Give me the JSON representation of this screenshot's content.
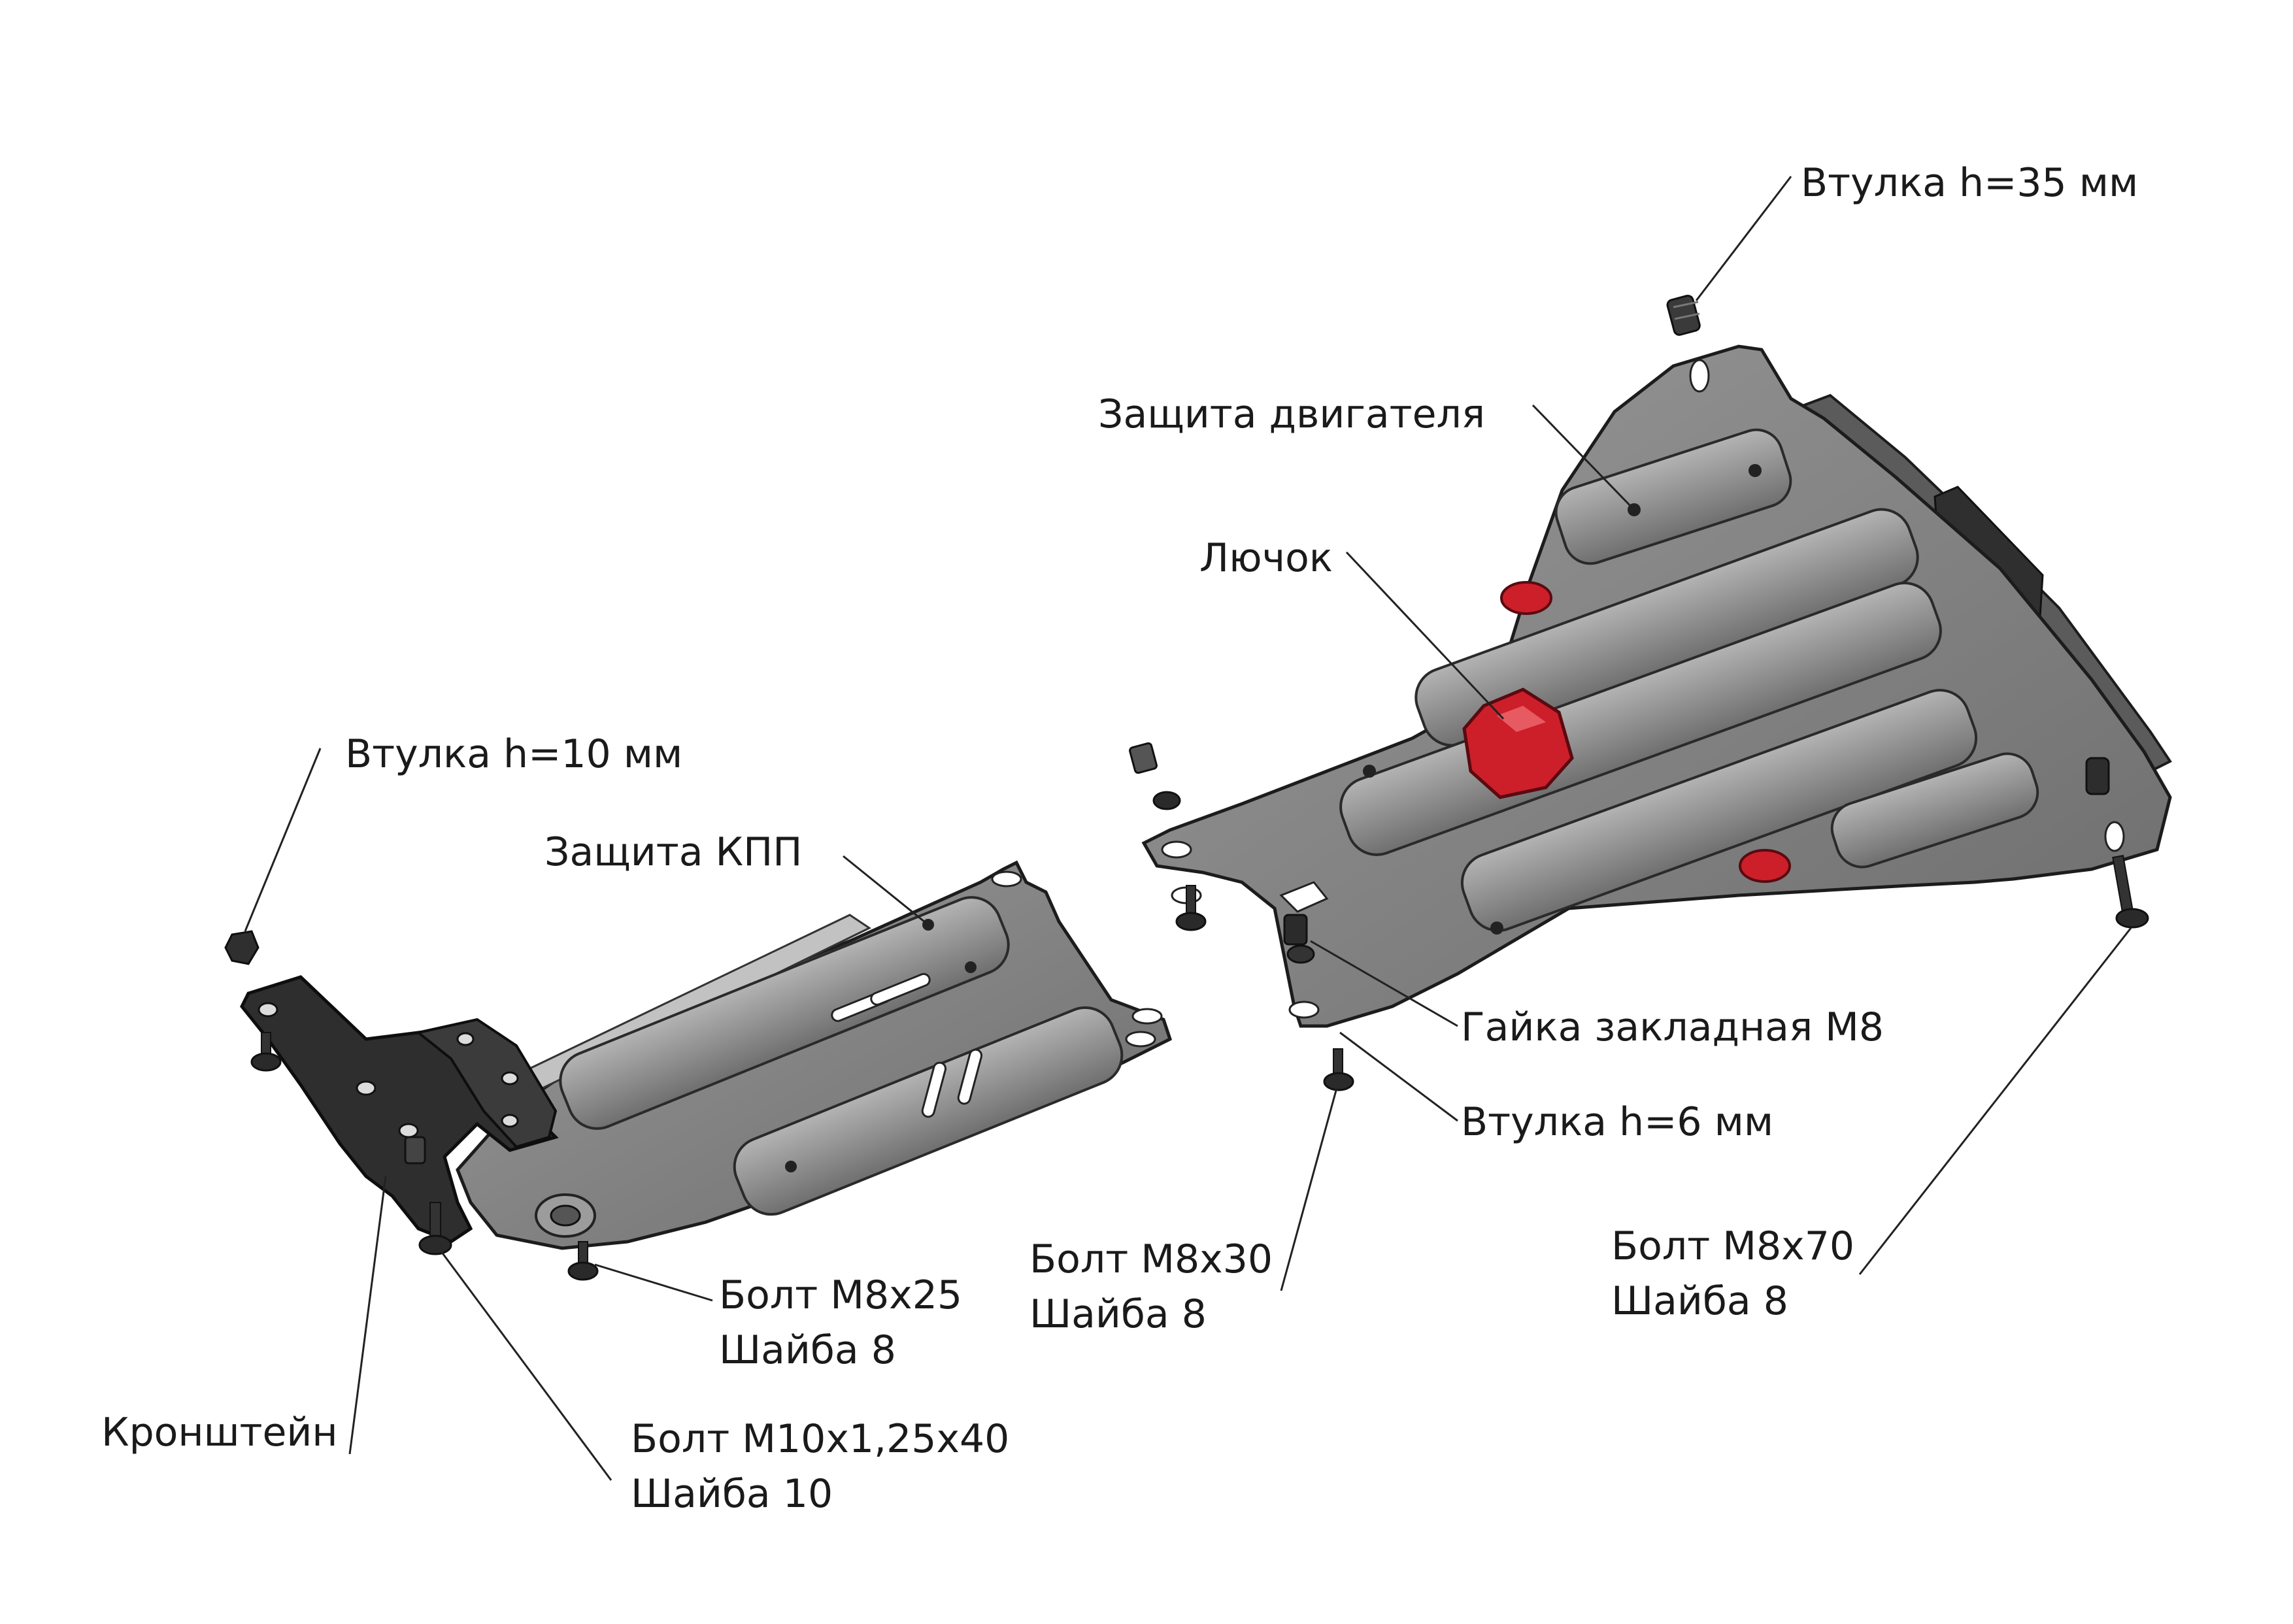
{
  "labels": {
    "bushing_35": "Втулка h=35 мм",
    "engine_guard": "Защита двигателя",
    "hatch": "Лючок",
    "bushing_10": "Втулка h=10 мм",
    "gearbox_guard": "Защита КПП",
    "embedded_nut": "Гайка закладная М8",
    "bushing_6": "Втулка h=6 мм",
    "bolt_m8x25": {
      "line1": "Болт М8x25",
      "line2": "Шайба 8"
    },
    "bolt_m8x30": {
      "line1": "Болт М8x30",
      "line2": "Шайба 8"
    },
    "bolt_m8x70": {
      "line1": "Болт М8x70",
      "line2": "Шайба 8"
    },
    "bracket": "Кронштейн",
    "bolt_m10": {
      "line1": "Болт М10x1,25x40",
      "line2": "Шайба 10"
    }
  },
  "colors": {
    "plate": "#7b7b7b",
    "plate_light": "#a6a6a6",
    "plate_dark": "#4a4a4a",
    "bracket": "#2e2e2e",
    "hatch": "#cc1f2a",
    "leader": "#222222"
  }
}
